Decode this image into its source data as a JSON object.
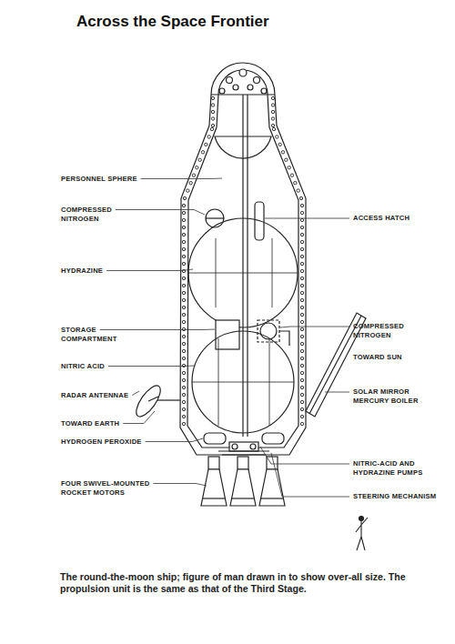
{
  "diagram": {
    "title": "Across the Space Frontier",
    "caption": "The round-the-moon ship; figure of man drawn in to show over-all size. The propulsion unit is the same as that of the Third Stage.",
    "labels": [
      "PERSONNEL SPHERE",
      "COMPRESSED NITROGEN",
      "HYDRAZINE",
      "STORAGE COMPARTMENT",
      "NITRIC ACID",
      "RADAR ANTENNAE",
      "TOWARD EARTH",
      "HYDROGEN PEROXIDE",
      "FOUR SWIVEL-MOUNTED ROCKET MOTORS",
      "ACCESS HATCH",
      "COMPRESSED NITROGEN",
      "TOWARD SUN",
      "SOLAR MIRROR MERCURY BOILER",
      "NITRIC-ACID AND HYDRAZINE PUMPS",
      "STEERING MECHANISM"
    ]
  }
}
